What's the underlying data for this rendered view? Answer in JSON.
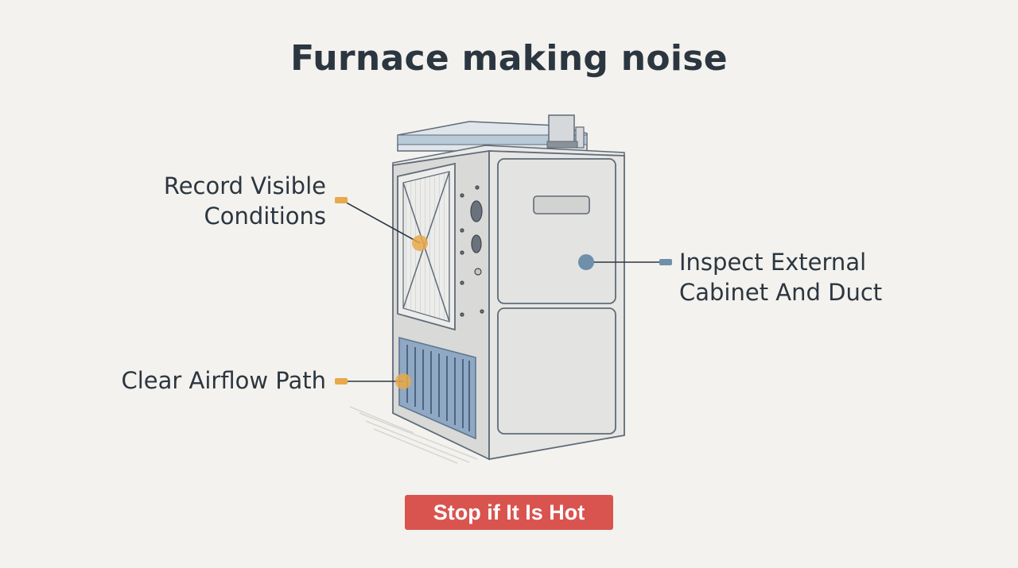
{
  "title": "Furnace making noise",
  "callouts": {
    "record": {
      "line1": "Record Visible",
      "line2": "Conditions"
    },
    "inspect": {
      "line1": "Inspect External",
      "line2": "Cabinet And Duct"
    },
    "airflow": {
      "text": "Clear Airflow Path"
    }
  },
  "warning": "Stop if It Is Hot",
  "colors": {
    "background": "#f3f2ee",
    "text": "#2c3640",
    "orange_marker": "#e8a94a",
    "blue_marker": "#6f8fab",
    "warning_red": "#d9544f",
    "grille_blue": "#8fa9c4"
  }
}
